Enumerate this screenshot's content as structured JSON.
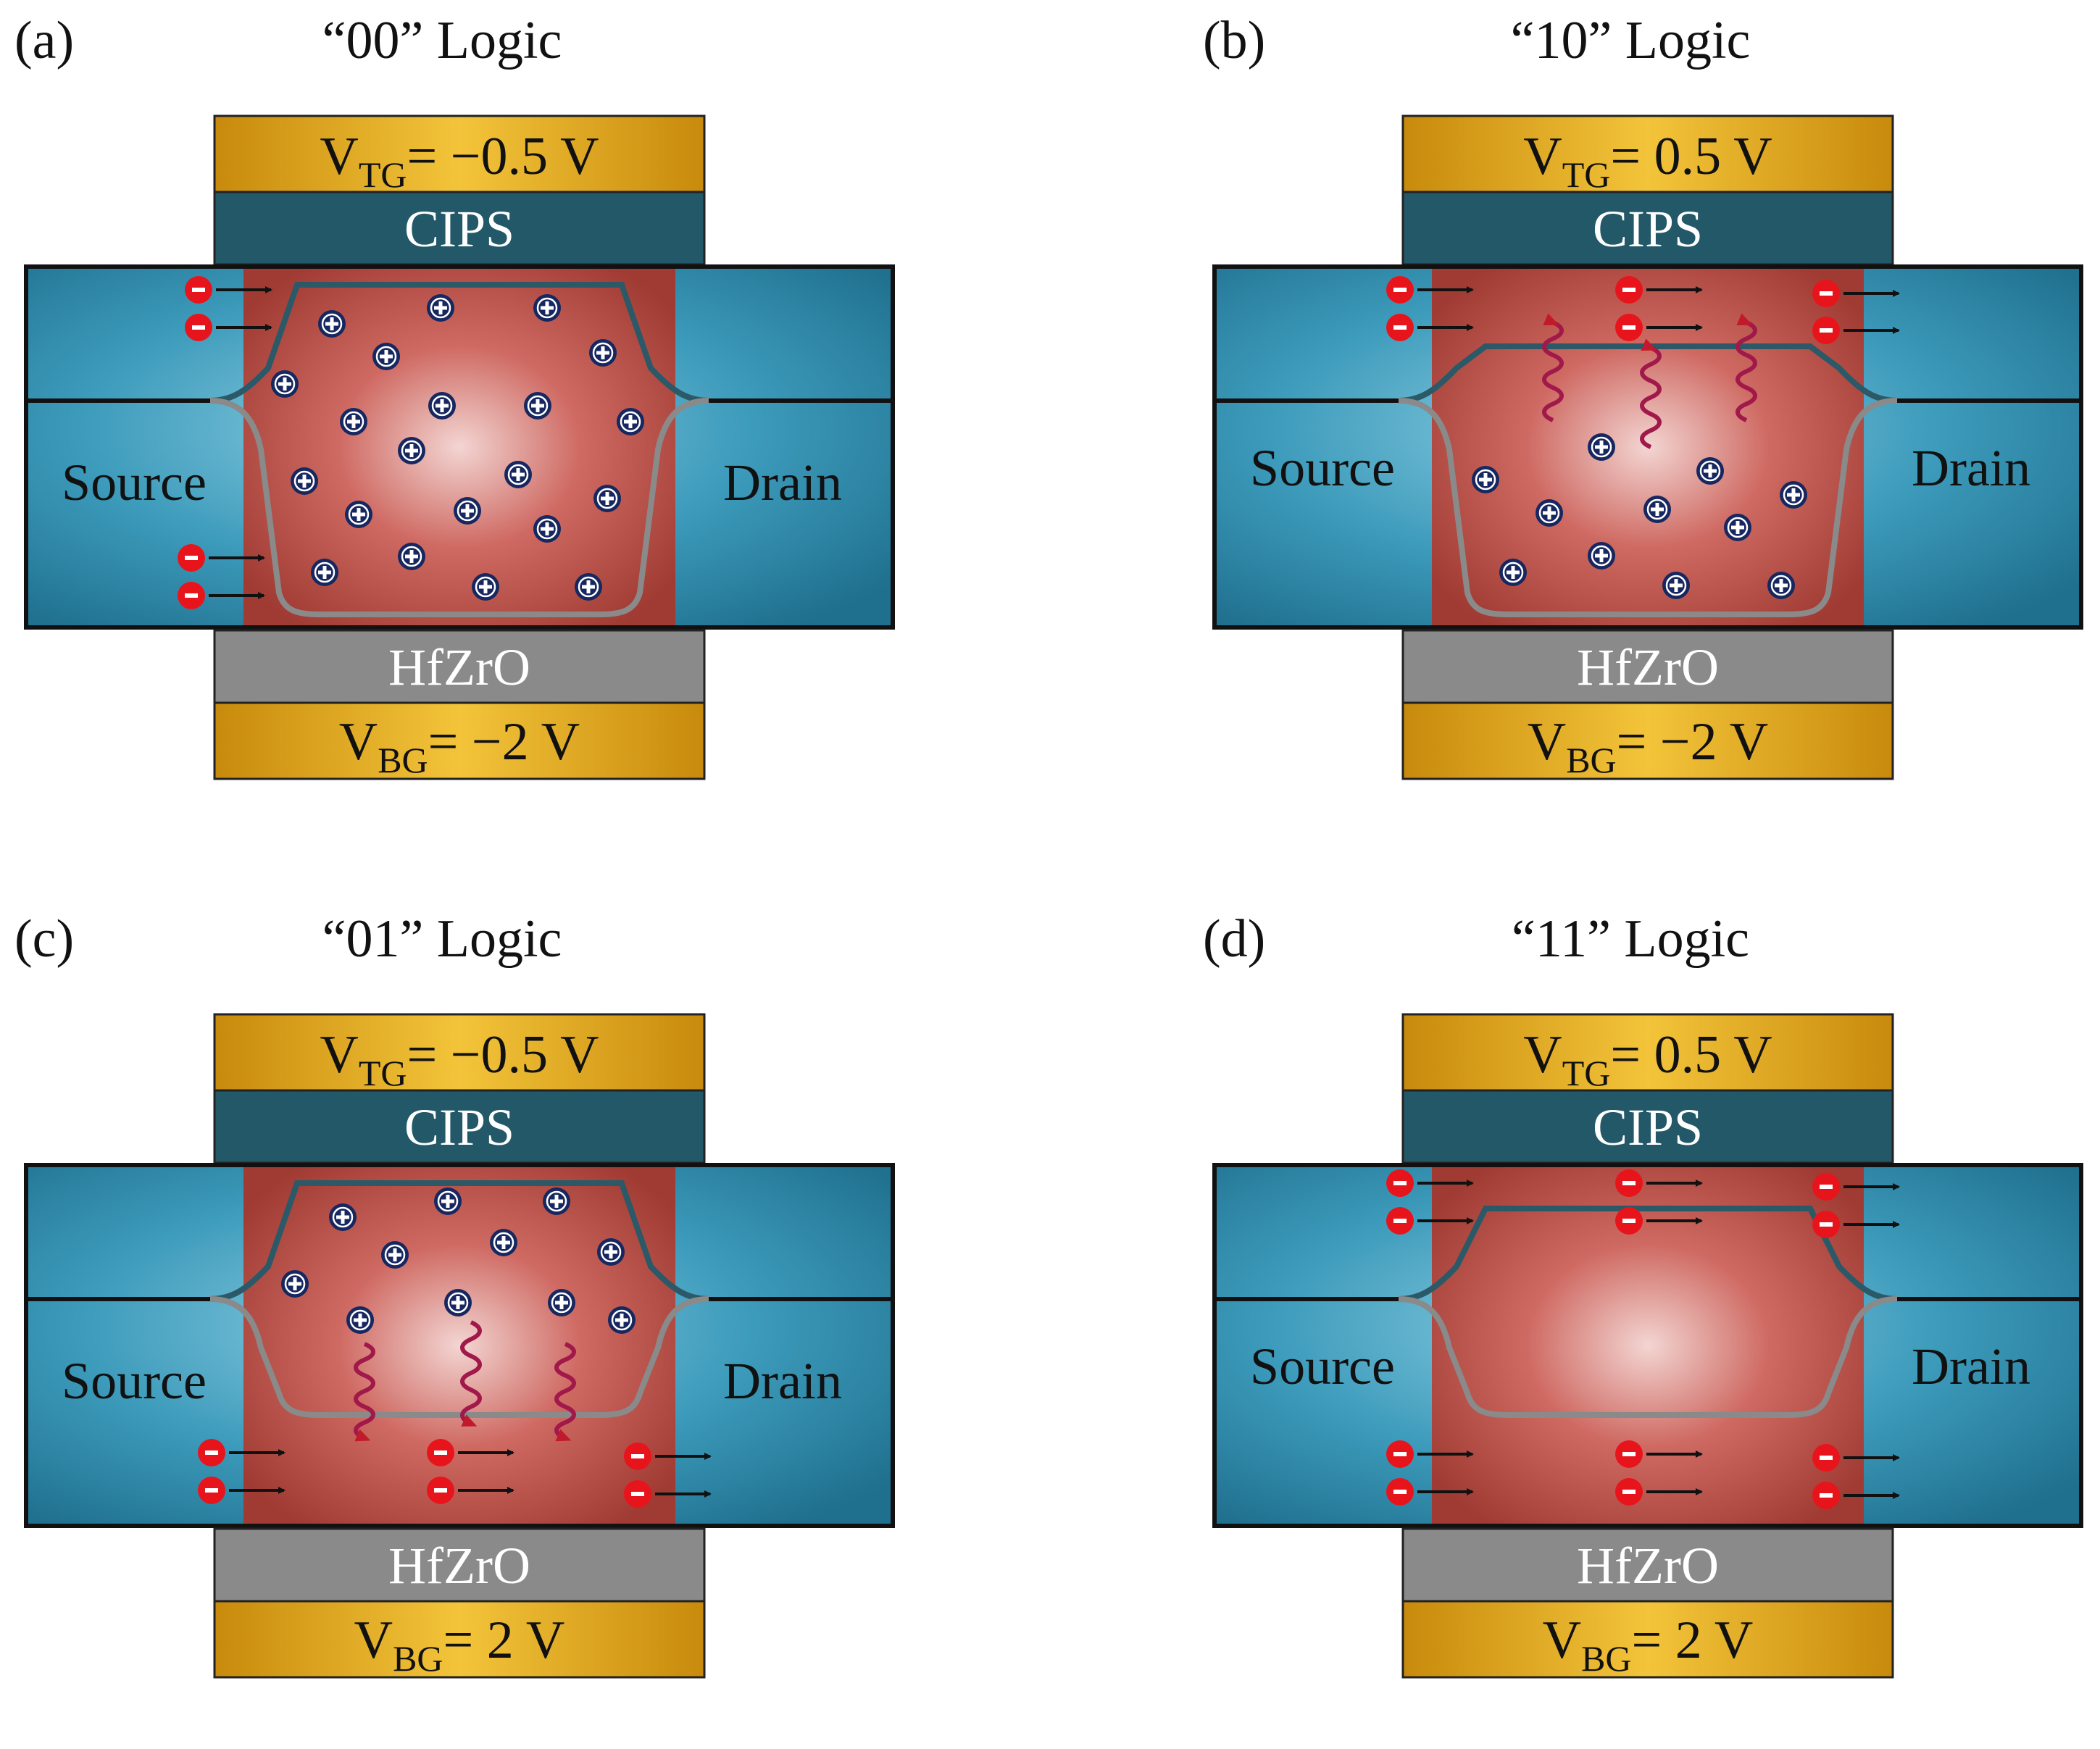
{
  "panels": [
    {
      "label": "(a)",
      "title": "“00” Logic",
      "top_gate": {
        "main": "V",
        "sub": "TG",
        "value": "= −0.5 V"
      },
      "top_layer": "CIPS",
      "bottom_layer": "HfZrO",
      "bottom_gate": {
        "main": "V",
        "sub": "BG",
        "value": "= −2 V"
      },
      "source": "Source",
      "drain": "Drain",
      "state": "00"
    },
    {
      "label": "(b)",
      "title": "“10” Logic",
      "top_gate": {
        "main": "V",
        "sub": "TG",
        "value": "= 0.5 V"
      },
      "top_layer": "CIPS",
      "bottom_layer": "HfZrO",
      "bottom_gate": {
        "main": "V",
        "sub": "BG",
        "value": "= −2 V"
      },
      "source": "Source",
      "drain": "Drain",
      "state": "10"
    },
    {
      "label": "(c)",
      "title": "“01” Logic",
      "top_gate": {
        "main": "V",
        "sub": "TG",
        "value": "= −0.5 V"
      },
      "top_layer": "CIPS",
      "bottom_layer": "HfZrO",
      "bottom_gate": {
        "main": "V",
        "sub": "BG",
        "value": "= 2 V"
      },
      "source": "Source",
      "drain": "Drain",
      "state": "01"
    },
    {
      "label": "(d)",
      "title": "“11” Logic",
      "top_gate": {
        "main": "V",
        "sub": "TG",
        "value": "= 0.5 V"
      },
      "top_layer": "CIPS",
      "bottom_layer": "HfZrO",
      "bottom_gate": {
        "main": "V",
        "sub": "BG",
        "value": "= 2 V"
      },
      "source": "Source",
      "drain": "Drain",
      "state": "11"
    }
  ],
  "colors": {
    "gate_gold": "#e2a51c",
    "cips": "#225868",
    "hfzro": "#8a8a8a",
    "sd_blue": "#3f9dbb",
    "channel_red": "#c0504a",
    "electron": "#e8141c",
    "hole": "#1a2a6a"
  }
}
